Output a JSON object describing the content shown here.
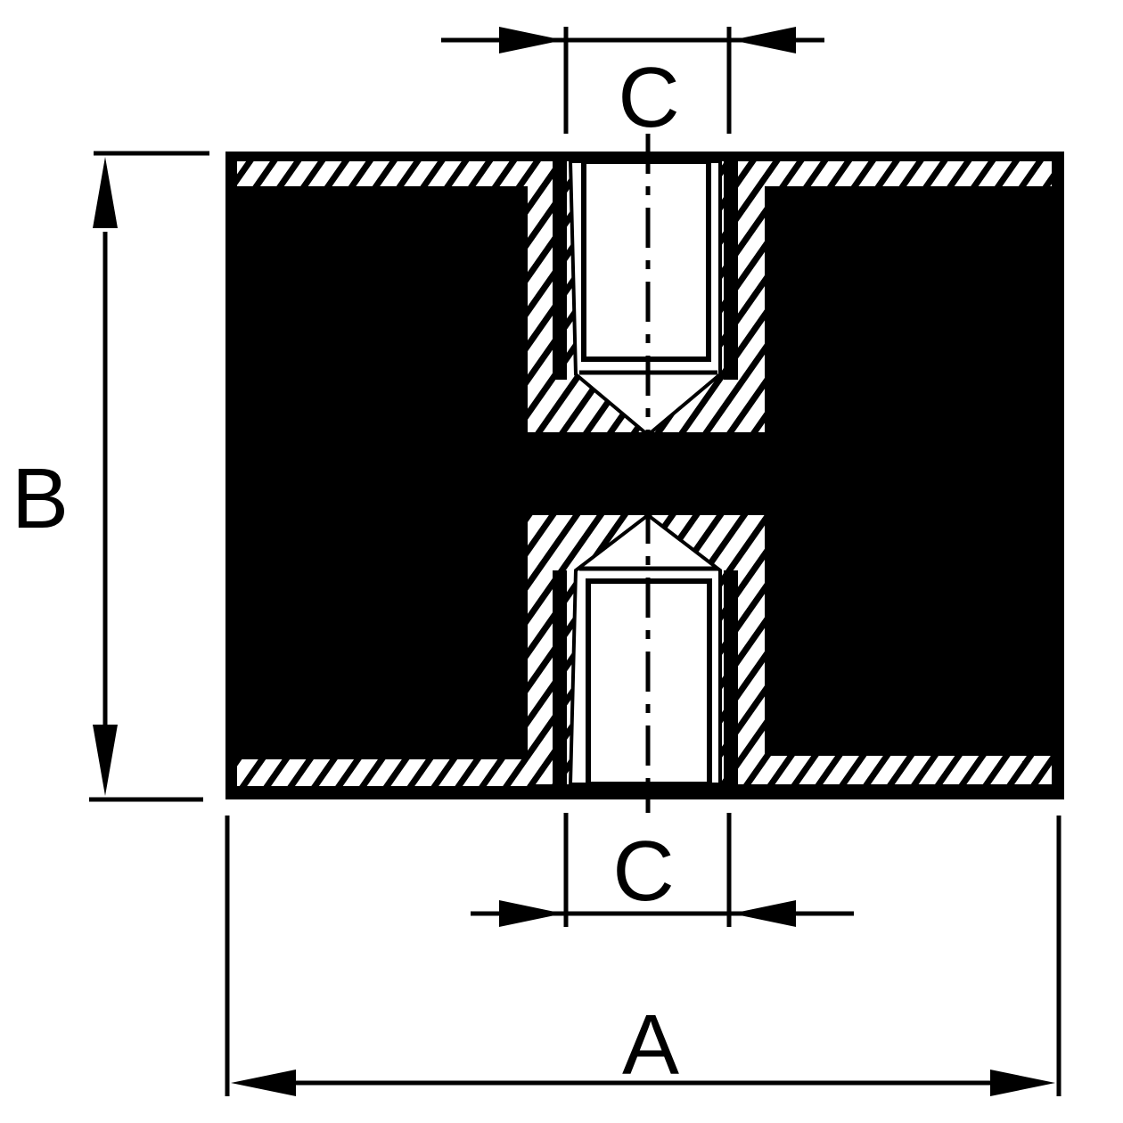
{
  "drawing": {
    "dimension_labels": {
      "width": "A",
      "height": "B",
      "thread_top": "C",
      "thread_bottom": "C"
    },
    "colors": {
      "body": "#000000",
      "background": "#ffffff"
    }
  }
}
